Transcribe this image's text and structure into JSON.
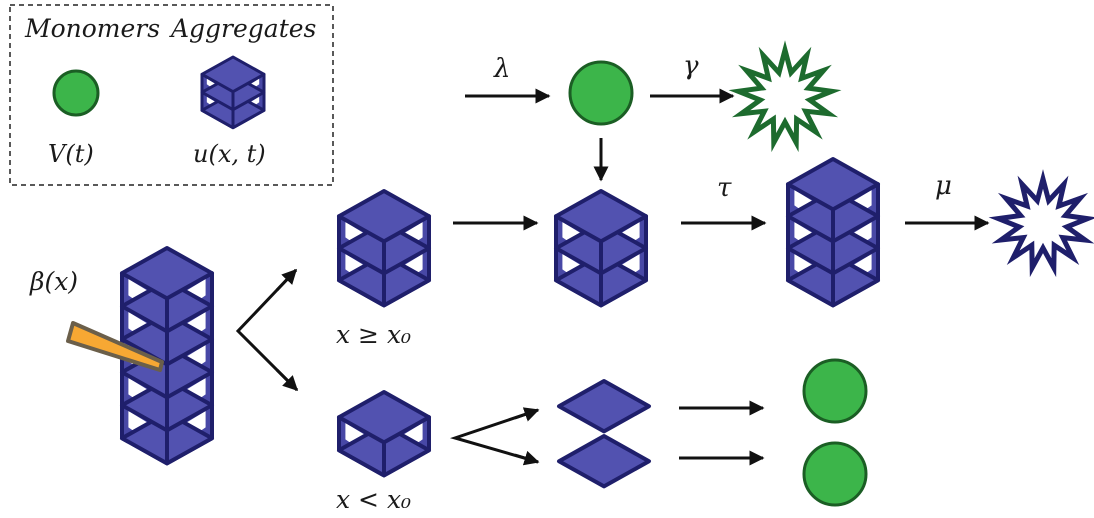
{
  "legend": {
    "monomers_label": "Monomers",
    "aggregates_label": "Aggregates",
    "monomer_symbol": "V(t)",
    "aggregate_symbol": "u(x, t)"
  },
  "rates": {
    "lambda": "λ",
    "gamma": "γ",
    "tau": "τ",
    "mu": "μ",
    "beta": "β(x)"
  },
  "conditions": {
    "large": "x ≥ x₀",
    "small": "x < x₀"
  },
  "colors": {
    "monomer_fill": "#3cb54a",
    "monomer_stroke": "#1b5e24",
    "aggregate_top": "#5252b0",
    "aggregate_side": "#4848a6",
    "aggregate_stroke": "#1f1f6b",
    "burst_green": "#1d6b2e",
    "burst_blue": "#1f1f6b",
    "blade_fill": "#f7a833",
    "blade_stroke": "#6b5f4a"
  }
}
